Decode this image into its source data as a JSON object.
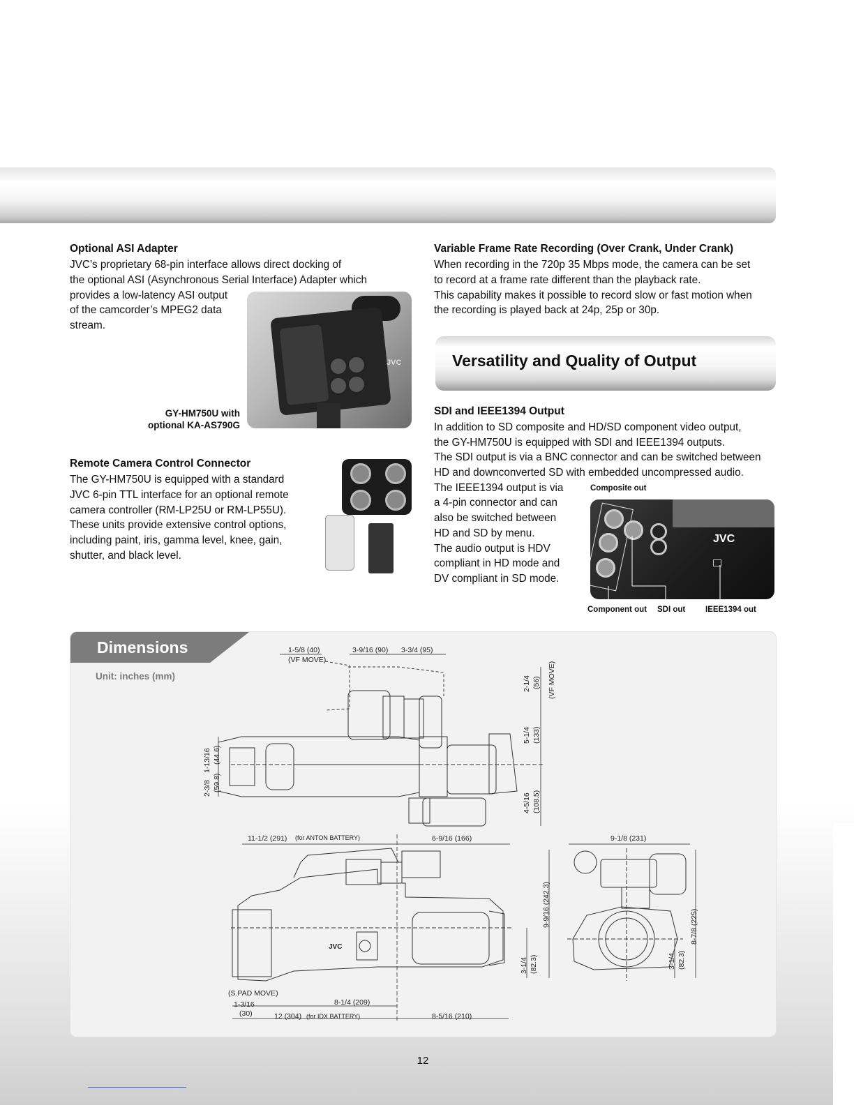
{
  "asi": {
    "heading": "Optional ASI Adapter",
    "line1": "JVC’s proprietary 68-pin interface allows direct docking of",
    "line2": "the optional ASI (Asynchronous Serial Interface) Adapter which",
    "line3": "provides a low-latency ASI output",
    "line4": "of the camcorder’s MPEG2 data",
    "line5": "stream.",
    "caption_line1": "GY-HM750U with",
    "caption_line2": "optional KA-AS790G",
    "photo_logo": "JVC"
  },
  "remote": {
    "heading": "Remote Camera Control Connector",
    "line1": "The GY-HM750U is equipped with a standard",
    "line2": "JVC 6-pin TTL interface for an optional remote",
    "line3": "camera controller (RM-LP25U or RM-LP55U).",
    "line4": "These units provide extensive control options,",
    "line5": "including paint, iris, gamma level, knee, gain,",
    "line6": "shutter, and black level."
  },
  "vfr": {
    "heading": "Variable Frame Rate Recording (Over Crank, Under Crank)",
    "line1": "When recording in the 720p 35 Mbps mode, the camera can be set",
    "line2": "to record at a frame rate different than the playback rate.",
    "line3": "This capability makes it possible to record slow or fast motion when",
    "line4": "the recording is played back at 24p, 25p or 30p."
  },
  "versatility": {
    "title": "Versatility and Quality of Output"
  },
  "sdi": {
    "heading": "SDI and IEEE1394 Output",
    "line1": "In addition to SD composite and HD/SD component video output,",
    "line2": "the GY-HM750U is equipped with SDI and IEEE1394 outputs.",
    "line3": "The SDI output is via a BNC connector and can be switched between",
    "line4": "HD and downconverted SD with embedded uncompressed audio.",
    "line5": "The IEEE1394 output is via",
    "line6": "a 4-pin connector and can",
    "line7": "also be switched between",
    "line8": "HD and SD by menu.",
    "line9": "The audio output is HDV",
    "line10": "compliant in HD mode and",
    "line11": "DV compliant in SD mode.",
    "label_composite": "Composite out",
    "label_component": "Component out",
    "label_sdi": "SDI out",
    "label_ieee": "IEEE1394 out",
    "photo_logo": "JVC"
  },
  "dimensions": {
    "title": "Dimensions",
    "unit": "Unit: inches (mm)",
    "labels": {
      "vf_move_w": "1-5/8 (40)",
      "vf_move": "(VF MOVE)",
      "w90": "3-9/16 (90)",
      "w95": "3-3/4 (95)",
      "h56": "2-1/4",
      "h56mm": "(56)",
      "vf_move_v": "(VF MOVE)",
      "h133": "5-1/4",
      "h133mm": "(133)",
      "h108": "4-5/16",
      "h108mm": "(108.5)",
      "h44": "1-13/16",
      "h44mm": "(44.6)",
      "h59": "2-3/8",
      "h59mm": "(59.8)",
      "w291": "11-1/2 (291)",
      "anton": "(for ANTON BATTERY)",
      "w166": "6-9/16 (166)",
      "w231": "9-1/8 (231)",
      "h242": "9-9/16 (242.3)",
      "h82a": "3-1/4",
      "h82amm": "(82.3)",
      "h225": "8-7/8 (225)",
      "h82b": "3-1/4",
      "h82bmm": "(82.3)",
      "spad": "(S.PAD MOVE)",
      "w30": "1-3/16",
      "w30mm": "(30)",
      "w209": "8-1/4 (209)",
      "w304": "12 (304)",
      "idx": "(for IDX BATTERY)",
      "w210": "8-5/16 (210)",
      "logo": "JVC"
    }
  },
  "footer": {
    "page_number": "12"
  }
}
